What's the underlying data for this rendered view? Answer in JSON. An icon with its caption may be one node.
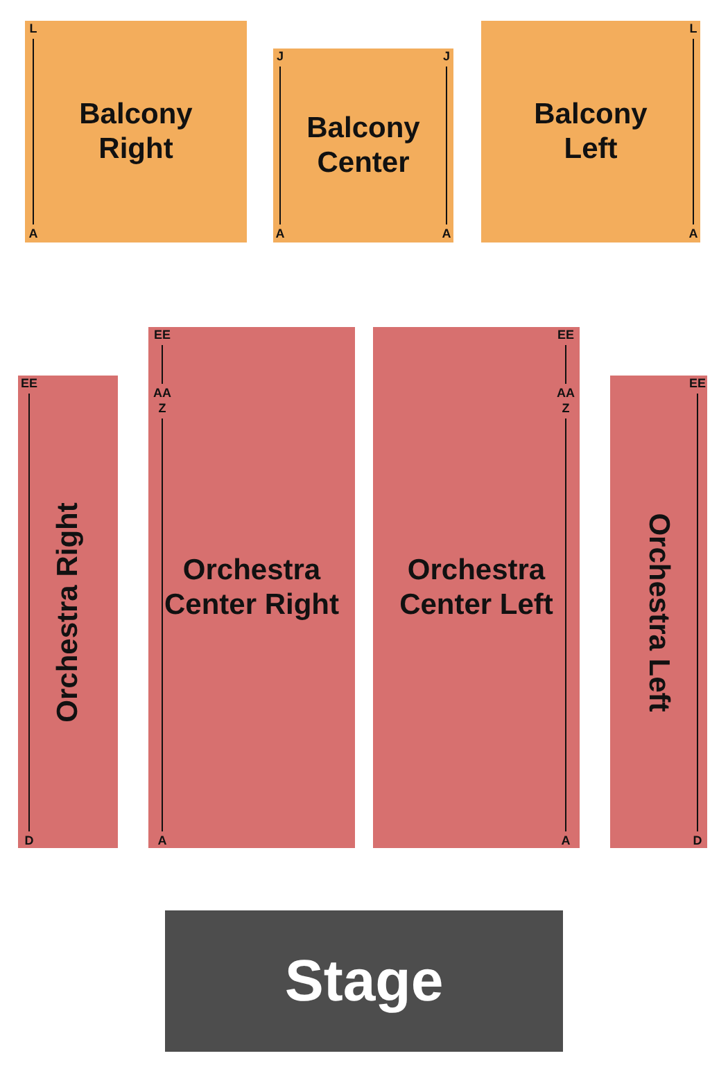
{
  "diagram": {
    "nodes": [
      {
        "text": [
          "Balcony Right",
          "L",
          "A"
        ]
      },
      {
        "text": [
          "Balcony Center",
          "J",
          "J",
          "A",
          "A"
        ]
      },
      {
        "text": [
          "Balcony Left",
          "L",
          "A"
        ]
      },
      {
        "text": [
          "Orchestra Right",
          "EE",
          "D"
        ]
      },
      {
        "text": [
          "Orchestra Center Right",
          "EE",
          "AA",
          "Z",
          "A"
        ]
      },
      {
        "text": [
          "Orchestra Center Left",
          "EE",
          "AA",
          "Z",
          "A"
        ]
      },
      {
        "text": [
          "Orchestra Left",
          "EE",
          "D"
        ]
      },
      {
        "text": [
          "Stage"
        ]
      }
    ],
    "edges": []
  }
}
